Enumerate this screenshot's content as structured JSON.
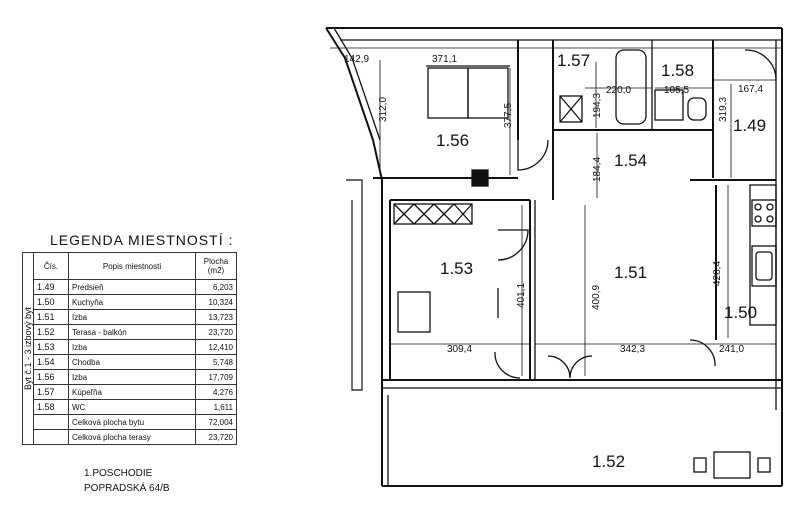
{
  "legend": {
    "title": "LEGENDA MIESTNOSTÍ :",
    "side_label": "Byt č.1 - 3 izbový byt",
    "headers": {
      "num": "Čís.",
      "name": "Popis miestnosti",
      "area": "Plocha (m2)"
    },
    "rows": [
      {
        "num": "1.49",
        "name": "Predsieň",
        "area": "6,203"
      },
      {
        "num": "1.50",
        "name": "Kuchyňa",
        "area": "10,324"
      },
      {
        "num": "1.51",
        "name": "Izba",
        "area": "13,723"
      },
      {
        "num": "1.52",
        "name": "Terasa - balkón",
        "area": "23,720"
      },
      {
        "num": "1.53",
        "name": "Izba",
        "area": "12,410"
      },
      {
        "num": "1.54",
        "name": "Chodba",
        "area": "5,748"
      },
      {
        "num": "1.56",
        "name": "Izba",
        "area": "17,709"
      },
      {
        "num": "1.57",
        "name": "Kúpeľňa",
        "area": "4,276"
      },
      {
        "num": "1.58",
        "name": "WC",
        "area": "1,611"
      }
    ],
    "totals": [
      {
        "name": "Celková plocha bytu",
        "area": "72,004"
      },
      {
        "name": "Celková plocha terasy",
        "area": "23,720"
      }
    ]
  },
  "footer": {
    "line1": "1.POSCHODIE",
    "line2": "POPRADSKÁ 64/B"
  },
  "rooms": {
    "r156": "1.56",
    "r157": "1.57",
    "r158": "1.58",
    "r154": "1.54",
    "r149": "1.49",
    "r153": "1.53",
    "r151": "1.51",
    "r150": "1.50",
    "r152": "1.52"
  },
  "dims": {
    "d1429": "142,9",
    "d3711": "371,1",
    "d3120": "312,0",
    "d3775": "377,5",
    "d1943": "194,3",
    "d2200": "220,0",
    "d1055": "105,5",
    "d3193": "319,3",
    "d1674": "167,4",
    "d1844": "184,4",
    "d4011": "401,1",
    "d4009": "400,9",
    "d4284": "428,4",
    "d3094": "309,4",
    "d3423": "342,3",
    "d2410": "241,0"
  }
}
